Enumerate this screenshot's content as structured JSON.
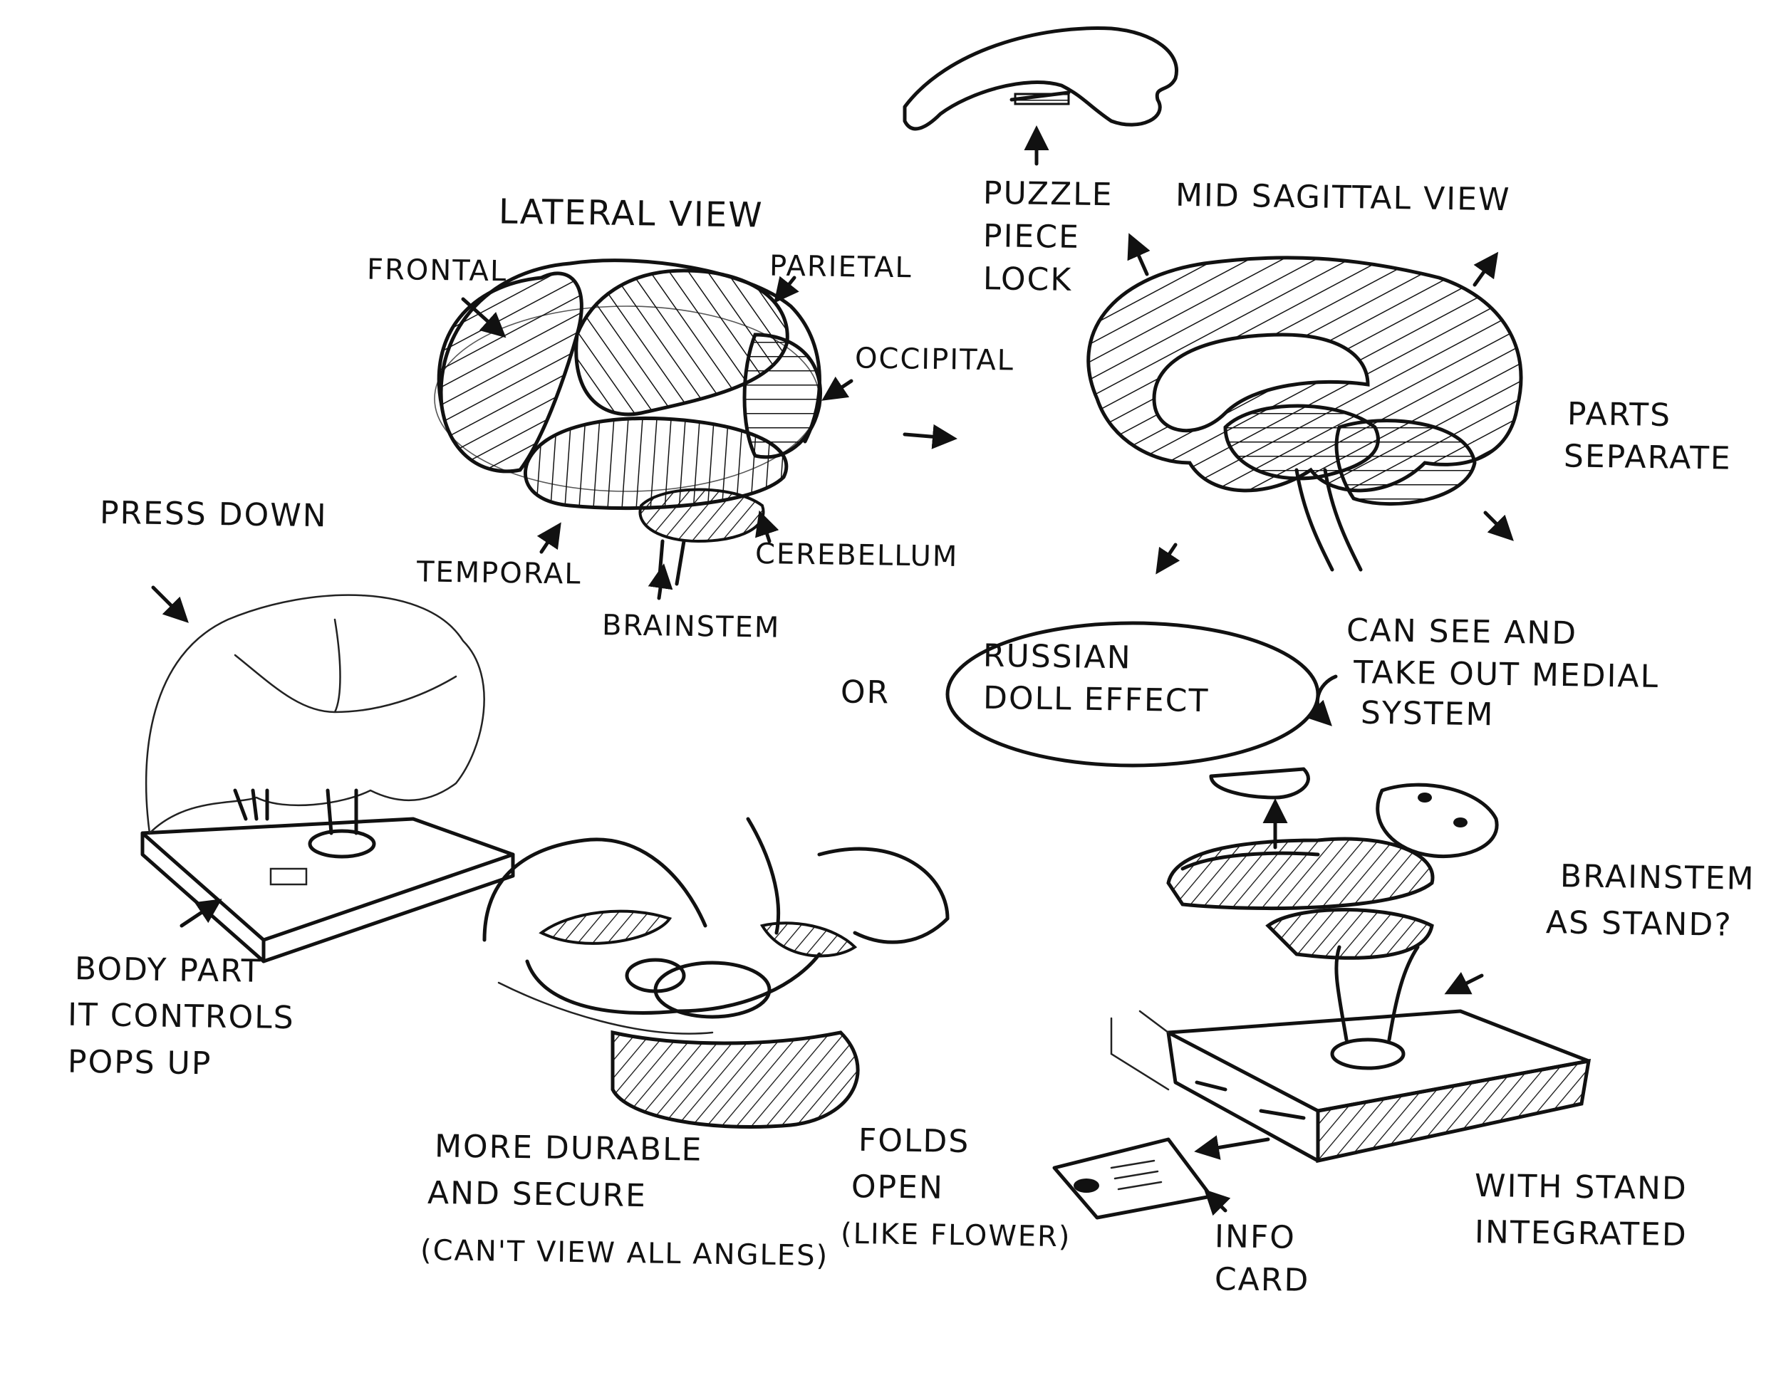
{
  "labels": {
    "lateral_view": "LATERAL VIEW",
    "frontal": "FRONTAL",
    "parietal": "PARIETAL",
    "occipital": "OCCIPITAL",
    "temporal": "TEMPORAL",
    "brainstem": "BRAINSTEM",
    "cerebellum": "CEREBELLUM",
    "puzzle_piece_lock": [
      "PUZZLE",
      "PIECE",
      "LOCK"
    ],
    "mid_sagittal_view": "MID SAGITTAL VIEW",
    "parts_separate": [
      "PARTS",
      "SEPARATE"
    ],
    "press_down": "PRESS DOWN",
    "or": "OR",
    "russian_doll_effect": [
      "RUSSIAN",
      "DOLL EFFECT"
    ],
    "can_see_medial": [
      "CAN SEE AND",
      "TAKE OUT MEDIAL",
      "SYSTEM"
    ],
    "brainstem_as_stand": [
      "BRAINSTEM",
      "AS STAND?"
    ],
    "body_part_pops_up": [
      "BODY PART",
      "IT CONTROLS",
      "POPS UP"
    ],
    "more_durable": [
      "MORE DURABLE",
      "AND SECURE",
      "(CAN'T VIEW ALL ANGLES)"
    ],
    "folds_open": [
      "FOLDS",
      "OPEN",
      "(LIKE FLOWER)"
    ],
    "info_card": [
      "INFO",
      "CARD"
    ],
    "with_stand": [
      "WITH STAND",
      "INTEGRATED"
    ]
  },
  "colors": {
    "ink": "#111111",
    "paper": "#ffffff"
  }
}
